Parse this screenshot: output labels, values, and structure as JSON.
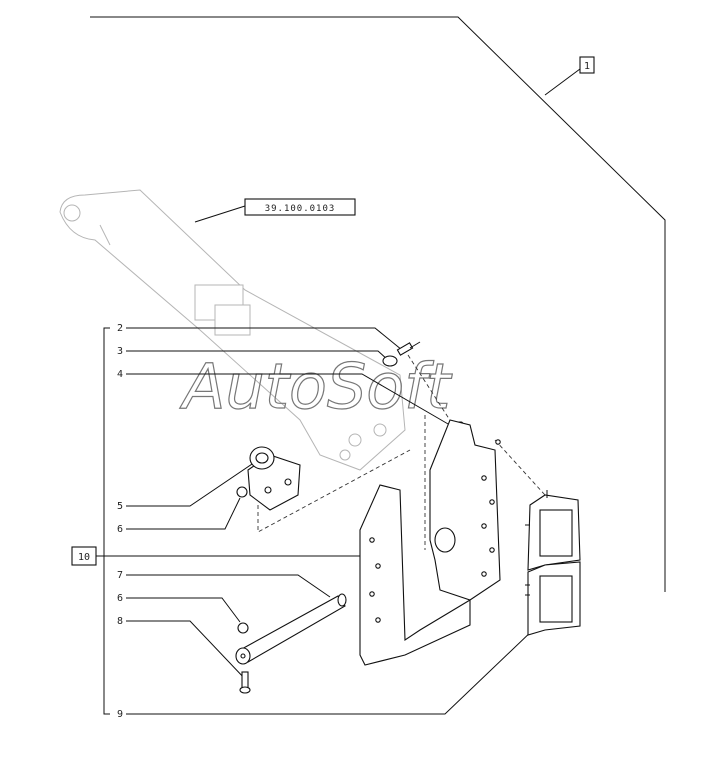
{
  "reference_box": {
    "label": "39.100.0103"
  },
  "top_flag": {
    "label": "1"
  },
  "side_flag": {
    "label": "10"
  },
  "callouts": [
    "2",
    "3",
    "4",
    "5",
    "6",
    "7",
    "6",
    "8",
    "9"
  ],
  "watermark": "AutoSoft"
}
